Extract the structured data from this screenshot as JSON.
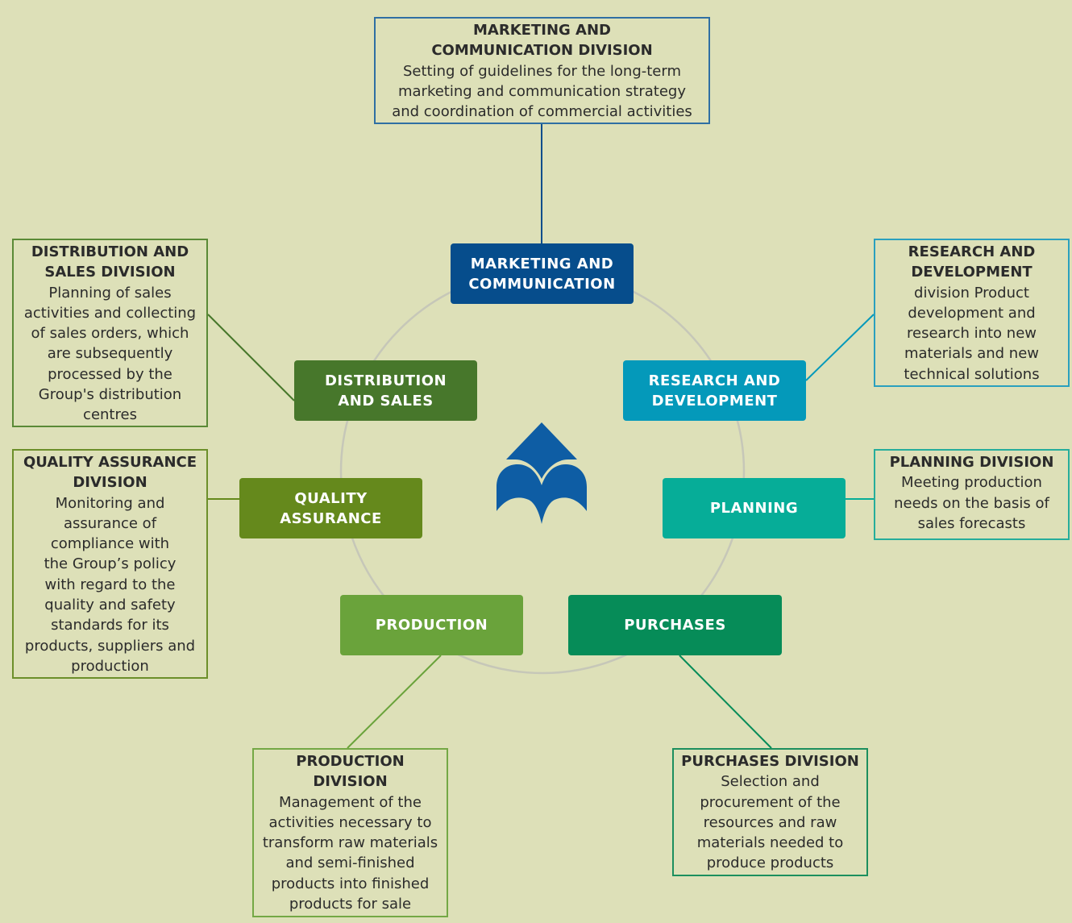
{
  "colors": {
    "background": "#dde0b8",
    "marketing": "#064d8c",
    "research": "#0499ba",
    "planning": "#06ad98",
    "purchases": "#068c58",
    "production": "#6aa33b",
    "quality": "#65891c",
    "distribution": "#47772b",
    "logo": "#0e5da4",
    "ring": "#c6c7b8"
  },
  "hubs": {
    "marketing": {
      "line1": "MARKETING AND",
      "line2": "COMMUNICATION"
    },
    "research": {
      "line1": "RESEARCH AND",
      "line2": "DEVELOPMENT"
    },
    "planning": {
      "line1": "PLANNING"
    },
    "purchases": {
      "line1": "PURCHASES"
    },
    "production": {
      "line1": "PRODUCTION"
    },
    "quality": {
      "line1": "QUALITY",
      "line2": "ASSURANCE"
    },
    "distribution": {
      "line1": "DISTRIBUTION",
      "line2": "AND SALES"
    }
  },
  "divisions": {
    "marketing": {
      "title": [
        "MARKETING AND",
        "COMMUNICATION DIVISION"
      ],
      "desc": [
        "Setting of guidelines for the long-term",
        "marketing and communication strategy",
        "and coordination of commercial activities"
      ]
    },
    "research": {
      "title": [
        "RESEARCH AND",
        "DEVELOPMENT"
      ],
      "desc": [
        "division Product",
        "development and",
        "research into new",
        "materials and new",
        "technical solutions"
      ]
    },
    "planning": {
      "title": [
        "PLANNING DIVISION"
      ],
      "desc": [
        "Meeting production",
        "needs on the basis of",
        "sales forecasts"
      ]
    },
    "purchases": {
      "title": [
        "PURCHASES DIVISION"
      ],
      "desc": [
        "Selection and",
        "procurement of the",
        "resources and raw",
        "materials needed to",
        "produce products"
      ]
    },
    "production": {
      "title": [
        "PRODUCTION",
        "DIVISION"
      ],
      "desc": [
        "Management of the",
        "activities necessary to",
        "transform raw materials",
        "and semi-finished",
        "products into finished",
        "products for sale"
      ]
    },
    "quality": {
      "title": [
        "QUALITY ASSURANCE",
        "DIVISION"
      ],
      "desc": [
        "Monitoring and",
        "assurance of",
        "compliance with",
        "the Group’s policy",
        "with regard to the",
        "quality and safety",
        "standards for its",
        "products, suppliers and",
        "production"
      ]
    },
    "distribution": {
      "title": [
        "DISTRIBUTION AND",
        "SALES DIVISION"
      ],
      "desc": [
        "Planning of sales",
        "activities and collecting",
        "of sales orders, which",
        "are subsequently",
        "processed by the",
        "Group's distribution",
        "centres"
      ]
    }
  }
}
